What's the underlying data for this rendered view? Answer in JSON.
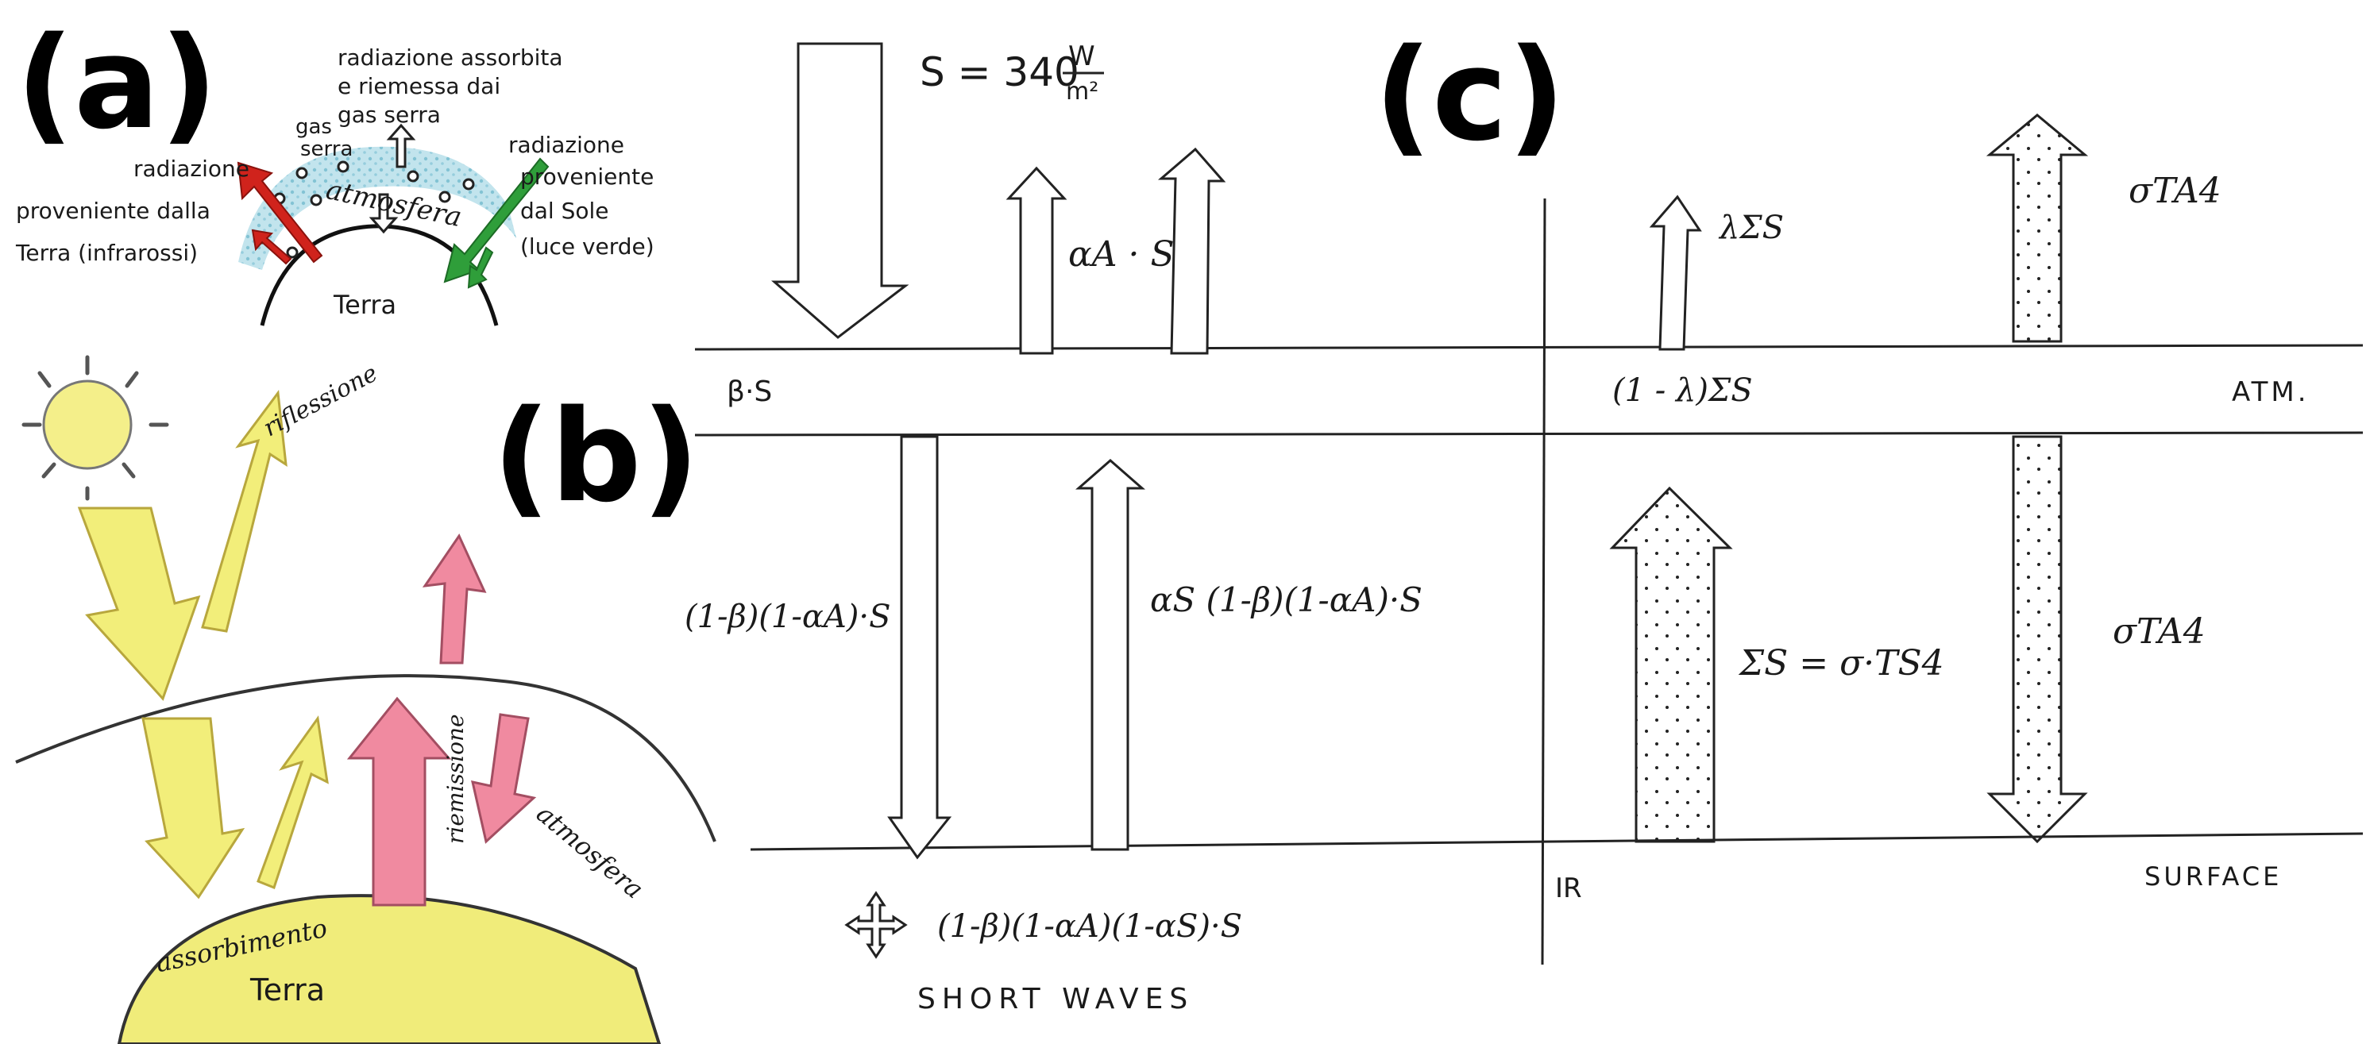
{
  "panel_labels": {
    "a": "(a)",
    "b": "(b)",
    "c": "(c)"
  },
  "panel_a": {
    "reemitted_line1": "radiazione assorbita",
    "reemitted_line2": "e riemessa dai",
    "reemitted_line3": "gas serra",
    "gas_line1": "gas",
    "gas_line2": "serra",
    "earth_line1": "radiazione",
    "earth_line2": "proveniente dalla",
    "earth_line3": "Terra (infrarossi)",
    "sun_line1": "radiazione",
    "sun_line2": "proveniente",
    "sun_line3": "dal Sole",
    "sun_line4": "(luce verde)",
    "atmosphere": "atmosfera",
    "earth": "Terra"
  },
  "panel_b": {
    "reflection": "riflessione",
    "reemission": "riemissione",
    "atmosphere": "atmosfera",
    "absorption": "assorbimento",
    "earth": "Terra"
  },
  "panel_c": {
    "s_value": "S = 340",
    "s_unit_num": "W",
    "s_unit_den": "m²",
    "alpha_a_s": "αA · S",
    "beta_s": "β·S",
    "transmitted": "(1-β)(1-αA)·S",
    "surface_absorbed": "αS (1-β)(1-αA)·S",
    "surface_label": "(1-β)(1-αA)(1-αS)·S",
    "lambda_sigma": "λΣS",
    "one_minus_lambda": "(1 - λ)ΣS",
    "sigma_ta_top": "σTA4",
    "sigma_ta_down": "σTA4",
    "sigma_s": "ΣS = σ·TS4",
    "atm": "ATM.",
    "surface": "SURFACE",
    "ir": "IR",
    "short_waves": "SHORT WAVES"
  },
  "colors": {
    "sun_yellow": "#f2ee7a",
    "sun_yellow_dark": "#d8c94a",
    "ir_pink": "#f08aa0",
    "earth_red_arrow": "#d0231c",
    "sun_green_arrow": "#2f9e3a",
    "atmosphere_blue": "#9fd3df",
    "text_red": "#c0261f",
    "text_green": "#2e7d32",
    "text_dark": "#222222"
  }
}
